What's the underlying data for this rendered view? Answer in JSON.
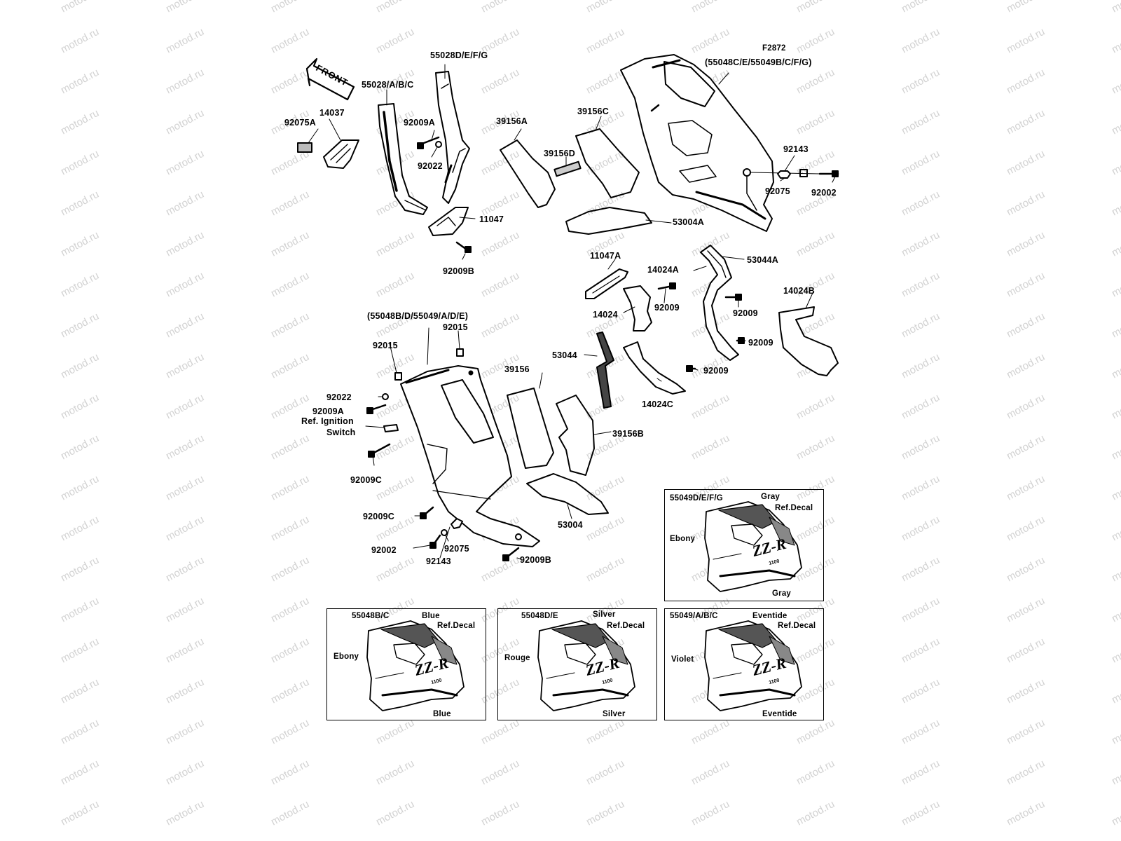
{
  "figure_code": "F2872",
  "watermark_text": "motod.ru",
  "front_arrow": "FRONT",
  "labels": {
    "upper_cowl": "(55048C/E/55049B/C/F/G)",
    "lower_cowl": "(55048B/D/55049/A/D/E)",
    "p55028DEFG": "55028D/E/F/G",
    "p55028ABC": "55028/A/B/C",
    "p14037": "14037",
    "p92075A": "92075A",
    "p92009A_top": "92009A",
    "p92022_top": "92022",
    "p11047": "11047",
    "p92009B_top": "92009B",
    "p39156A": "39156A",
    "p39156C": "39156C",
    "p39156D": "39156D",
    "p53004A": "53004A",
    "p92143_top": "92143",
    "p92075_top": "92075",
    "p92002_top": "92002",
    "p11047A": "11047A",
    "p14024A": "14024A",
    "p53044A": "53044A",
    "p92009_1": "92009",
    "p14024": "14024",
    "p92009_2": "92009",
    "p14024B": "14024B",
    "p92009_3": "92009",
    "p53044": "53044",
    "p92009_4": "92009",
    "p14024C": "14024C",
    "p92015_l": "92015",
    "p92015_r": "92015",
    "p92022_lo": "92022",
    "p92009A_lo": "92009A",
    "ref_ign_1": "Ref. Ignition",
    "ref_ign_2": "Switch",
    "p92009C_1": "92009C",
    "p92009C_2": "92009C",
    "p39156": "39156",
    "p39156B": "39156B",
    "p53004": "53004",
    "p92002_lo": "92002",
    "p92075_lo": "92075",
    "p92143_lo": "92143",
    "p92009B_lo": "92009B"
  },
  "color_variants": [
    {
      "part": "55049D/E/F/G",
      "top": "Gray",
      "decal": "Ref.Decal",
      "side": "Ebony",
      "bottom": "Gray"
    },
    {
      "part": "55048B/C",
      "top": "Blue",
      "decal": "Ref.Decal",
      "side": "Ebony",
      "bottom": "Blue"
    },
    {
      "part": "55048D/E",
      "top": "Silver",
      "decal": "Ref.Decal",
      "side": "Rouge",
      "bottom": "Silver"
    },
    {
      "part": "55049/A/B/C",
      "top": "Eventide",
      "decal": "Ref.Decal",
      "side": "Violet",
      "bottom": "Eventide"
    }
  ],
  "logo_text": "ZZ-R",
  "logo_sub": "1100"
}
